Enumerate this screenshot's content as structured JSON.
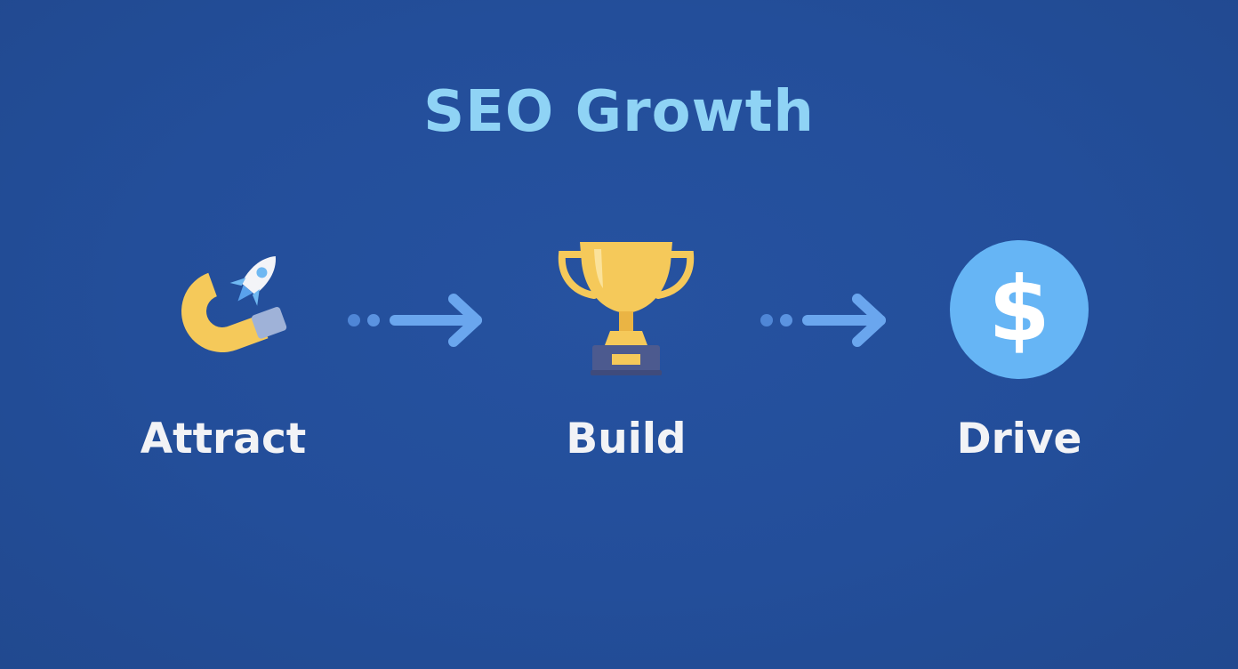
{
  "title": "SEO Growth",
  "steps": [
    {
      "label": "Attract",
      "icon": "magnet-rocket-icon"
    },
    {
      "label": "Build",
      "icon": "trophy-icon"
    },
    {
      "label": "Drive",
      "icon": "dollar-coin-icon"
    }
  ],
  "colors": {
    "background": "#234e9a",
    "title": "#8fd3f5",
    "label": "#f2f3f6",
    "arrow": "#5f9ee6",
    "gold": "#f5c95a",
    "coin": "#66b5f5"
  }
}
